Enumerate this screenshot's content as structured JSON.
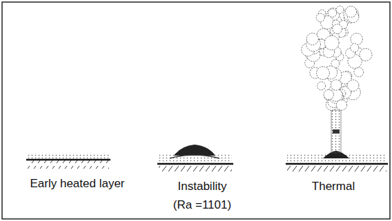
{
  "diagram": {
    "labels": [
      "Early heated layer",
      "Instability",
      "(Ra =1101)",
      "Thermal"
    ]
  }
}
